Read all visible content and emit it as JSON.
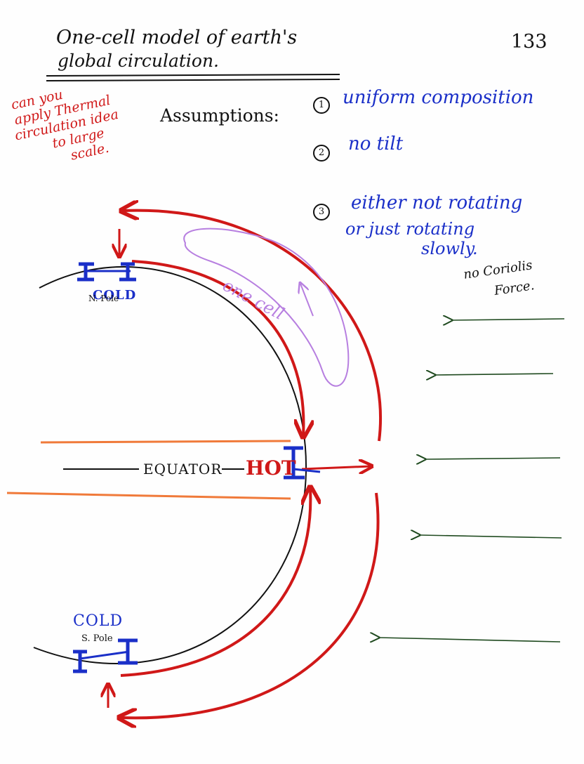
{
  "header": {
    "title_line1": "One-cell model of earth's",
    "title_line2": "global circulation.",
    "page_number": "133"
  },
  "side_note": {
    "lines": [
      "can you",
      "apply Thermal",
      "circulation idea",
      "to large",
      "scale."
    ]
  },
  "assumptions": {
    "heading": "Assumptions:",
    "items": [
      {
        "number": "1",
        "text": "uniform composition"
      },
      {
        "number": "2",
        "text": "no tilt"
      },
      {
        "number": "3",
        "lines": [
          "either not rotating",
          "or just rotating",
          "slowly."
        ]
      }
    ],
    "coriolis_note": [
      "no Coriolis",
      "Force."
    ]
  },
  "diagram": {
    "north_label": "COLD",
    "north_pole": "N. Pole",
    "south_label": "COLD",
    "south_pole": "S. Pole",
    "equator_label": "EQUATOR",
    "hot_label": "HOT",
    "cell_label": "one cell"
  },
  "colors": {
    "ink_black": "#111111",
    "ink_blue": "#1a2fc8",
    "ink_red": "#d01818",
    "ink_purple": "#b77fe0",
    "ink_orange": "#f07a3a",
    "ink_green": "#1f4a1f"
  }
}
